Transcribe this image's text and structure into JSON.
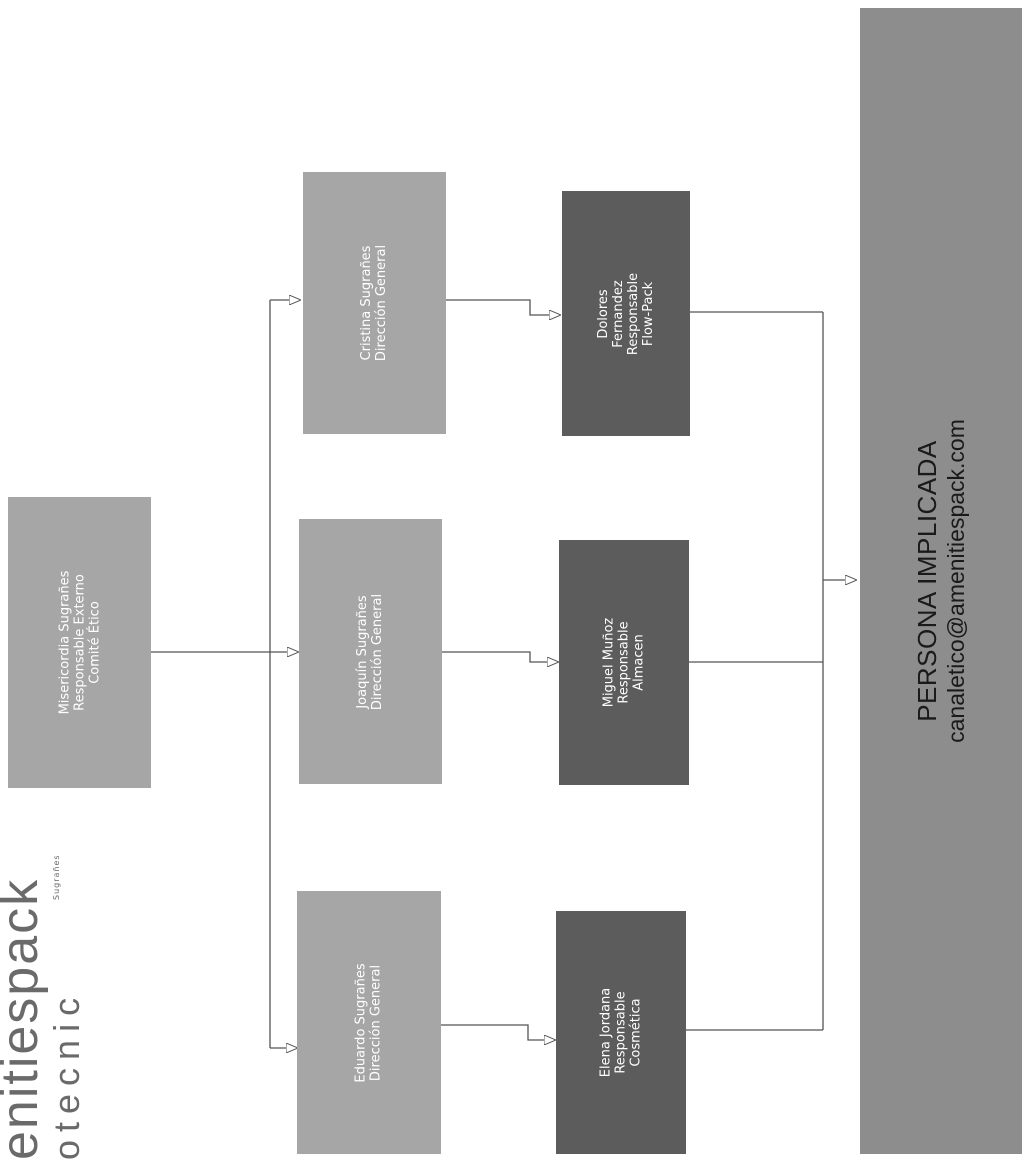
{
  "logo": {
    "word": "enitiespack",
    "subword": "otecnic",
    "tagline": "Sugrañes"
  },
  "nodes": {
    "root": {
      "lines": [
        "Misericordia Sugrañes",
        "Responsable Externo",
        "Comité Ético"
      ]
    },
    "cristina": {
      "lines": [
        "Cristina Sugrañes",
        "Dirección General"
      ]
    },
    "joaquin": {
      "lines": [
        "Joaquín Sugrañes",
        "Dirección General"
      ]
    },
    "eduardo": {
      "lines": [
        "Eduardo Sugrañes",
        "Dirección General"
      ]
    },
    "dolores": {
      "lines": [
        "Dolores",
        "Fernandez",
        "Responsable",
        "Flow-Pack"
      ]
    },
    "miguel": {
      "lines": [
        "Miguel Muñoz",
        "Responsable",
        "Almacen"
      ]
    },
    "elena": {
      "lines": [
        "Elena Jordana",
        "Responsable",
        "Cosmética"
      ]
    },
    "persona": {
      "lines": [
        "PERSONA IMPLICADA",
        "canaletico@amenitiespack.com"
      ]
    }
  },
  "colors": {
    "light": "#a6a6a6",
    "dark": "#5c5c5c",
    "big": "#8d8d8d",
    "line": "#555555"
  }
}
